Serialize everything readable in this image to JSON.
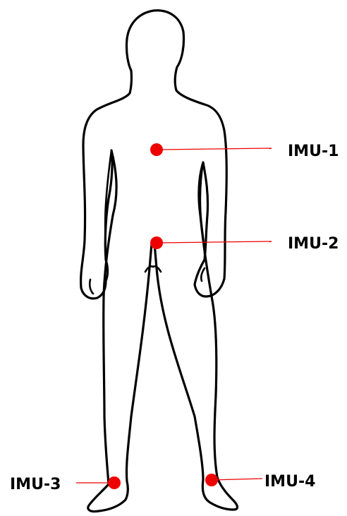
{
  "colors": {
    "sensor": "#ee0000",
    "outline": "#000000",
    "background": "#ffffff"
  },
  "sensors": [
    {
      "id": "imu-1",
      "label": "IMU-1"
    },
    {
      "id": "imu-2",
      "label": "IMU-2"
    },
    {
      "id": "imu-3",
      "label": "IMU-3"
    },
    {
      "id": "imu-4",
      "label": "IMU-4"
    }
  ]
}
